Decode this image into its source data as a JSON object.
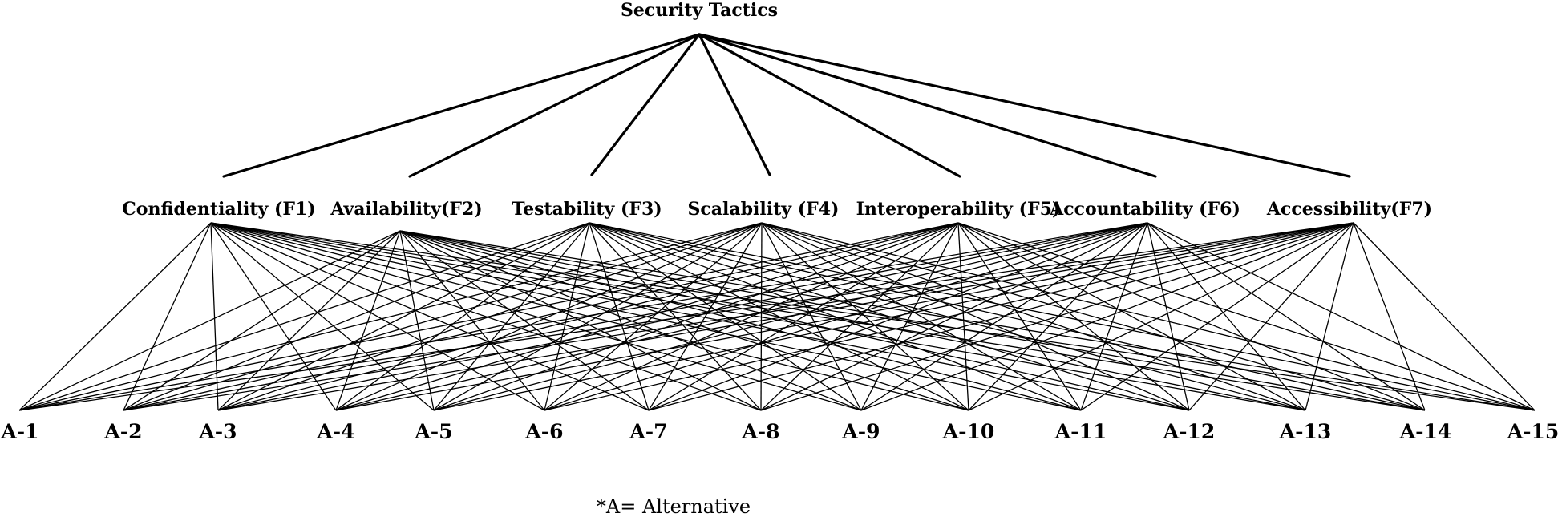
{
  "goal": {
    "label": "Security Tactics"
  },
  "criteria": [
    {
      "id": "F1",
      "label": "Confidentiality (F1)"
    },
    {
      "id": "F2",
      "label": "Availability(F2)"
    },
    {
      "id": "F3",
      "label": "Testability (F3)"
    },
    {
      "id": "F4",
      "label": "Scalability (F4)"
    },
    {
      "id": "F5",
      "label": "Interoperability (F5)"
    },
    {
      "id": "F6",
      "label": "Accountability (F6)"
    },
    {
      "id": "F7",
      "label": "Accessibility(F7)"
    }
  ],
  "alternatives": [
    "A-1",
    "A-2",
    "A-3",
    "A-4",
    "A-5",
    "A-6",
    "A-7",
    "A-8",
    "A-9",
    "A-10",
    "A-11",
    "A-12",
    "A-13",
    "A-14",
    "A-15"
  ],
  "footnote": "*A= Alternative",
  "colors": {
    "line": "#000000",
    "text": "#000000",
    "background": "#ffffff"
  }
}
